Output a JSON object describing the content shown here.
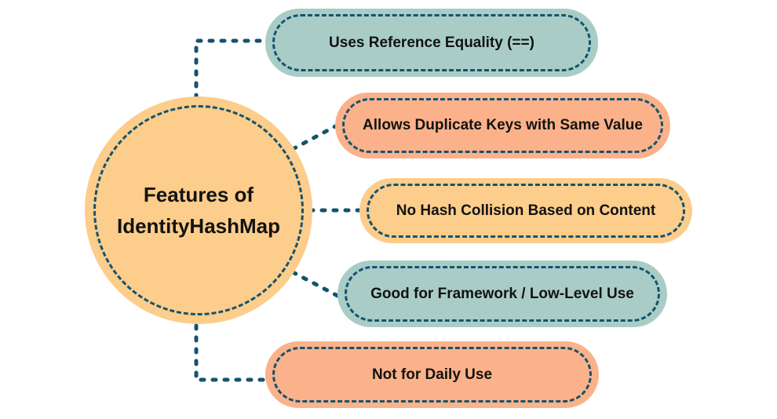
{
  "diagram": {
    "title": "Features of IdentityHashMap",
    "center": {
      "line1": "Features of",
      "line2": "IdentityHashMap"
    },
    "nodes": [
      {
        "id": "reference-equality",
        "label": "Uses Reference Equality (==)",
        "fill": "teal"
      },
      {
        "id": "duplicate-keys",
        "label": "Allows Duplicate Keys with Same Value",
        "fill": "salmon"
      },
      {
        "id": "no-hash-collision",
        "label": "No Hash Collision Based on Content",
        "fill": "amber"
      },
      {
        "id": "framework-use",
        "label": "Good for Framework / Low-Level Use",
        "fill": "teal"
      },
      {
        "id": "not-daily-use",
        "label": "Not for Daily Use",
        "fill": "salmon"
      }
    ],
    "colors": {
      "amber": "#FCCD8B",
      "teal": "#A9CDC6",
      "salmon": "#FBB28A",
      "line": "#14536F",
      "text": "#121212",
      "background": "#FFFFFF"
    }
  }
}
